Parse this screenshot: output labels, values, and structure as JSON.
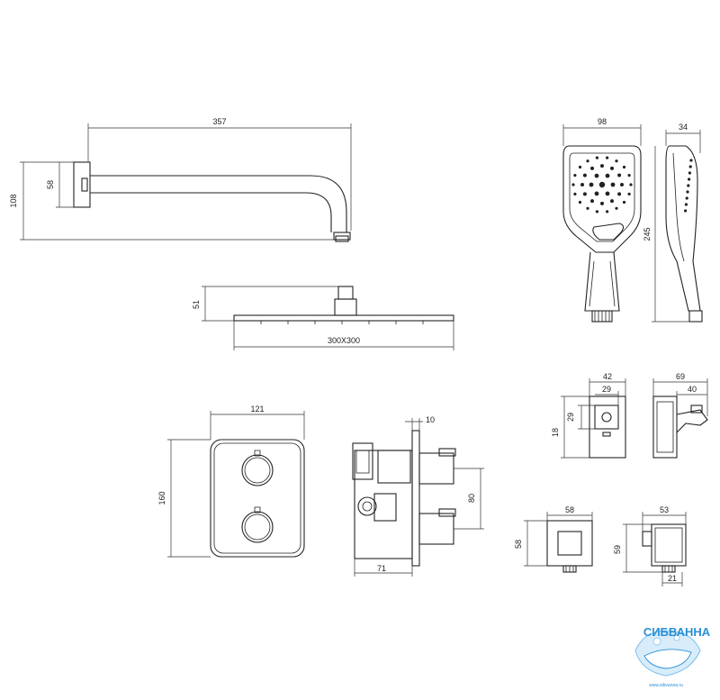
{
  "dimensions": {
    "arm_length": "357",
    "arm_height_total": "108",
    "arm_flange": "58",
    "head_height": "51",
    "head_size": "300X300",
    "hand_width": "98",
    "hand_depth": "34",
    "hand_length": "245",
    "holder_width": "42",
    "holder_inner": "29",
    "holder_inner_v": "29",
    "holder_height": "18",
    "holder_side_depth": "69",
    "holder_side_inner": "40",
    "mixer_width": "121",
    "mixer_height": "160",
    "mixer_depth_top": "10",
    "mixer_spacing": "80",
    "mixer_depth": "71",
    "outlet_width": "58",
    "outlet_height": "58",
    "outlet_side_width": "53",
    "outlet_side_height": "59",
    "outlet_side_small": "21"
  },
  "logo": {
    "text": "СИБВАННА",
    "url": "www.sibvanna.ru"
  },
  "colors": {
    "line": "#222222",
    "logo": "#2a8fd6"
  }
}
